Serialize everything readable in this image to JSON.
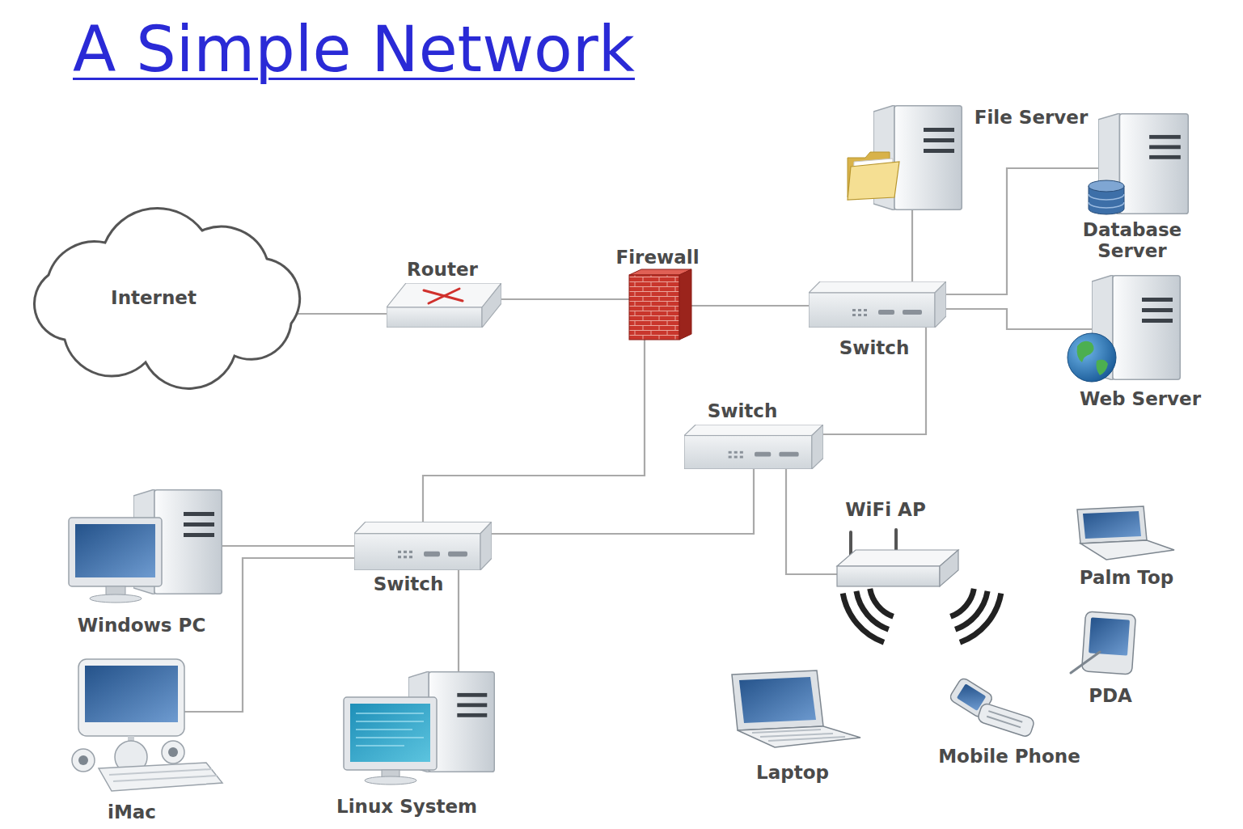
{
  "diagram": {
    "title": "A Simple Network",
    "nodes": [
      {
        "text": [
          "Internet"
        ]
      },
      {
        "text": [
          "Router"
        ]
      },
      {
        "text": [
          "Firewall"
        ]
      },
      {
        "text": [
          "Switch"
        ]
      },
      {
        "text": [
          "File Server"
        ]
      },
      {
        "text": [
          "Database Server"
        ]
      },
      {
        "text": [
          "Web Server"
        ]
      },
      {
        "text": [
          "Switch"
        ]
      },
      {
        "text": [
          "WiFi AP"
        ]
      },
      {
        "text": [
          "Windows PC"
        ]
      },
      {
        "text": [
          "Switch"
        ]
      },
      {
        "text": [
          "iMac"
        ]
      },
      {
        "text": [
          "Linux System"
        ]
      },
      {
        "text": [
          "Laptop"
        ]
      },
      {
        "text": [
          "Mobile Phone"
        ]
      },
      {
        "text": [
          "Palm Top"
        ]
      },
      {
        "text": [
          "PDA"
        ]
      }
    ],
    "edges": [
      {
        "from": 0,
        "to": 1,
        "arrow": "none"
      },
      {
        "from": 1,
        "to": 2,
        "arrow": "none"
      },
      {
        "from": 2,
        "to": 3,
        "arrow": "none"
      },
      {
        "from": 3,
        "to": 4,
        "arrow": "none"
      },
      {
        "from": 3,
        "to": 5,
        "arrow": "none"
      },
      {
        "from": 3,
        "to": 6,
        "arrow": "none"
      },
      {
        "from": 3,
        "to": 7,
        "arrow": "none"
      },
      {
        "from": 2,
        "to": 10,
        "arrow": "none"
      },
      {
        "from": 7,
        "to": 10,
        "arrow": "none"
      },
      {
        "from": 7,
        "to": 8,
        "arrow": "none"
      },
      {
        "from": 10,
        "to": 9,
        "arrow": "none"
      },
      {
        "from": 10,
        "to": 11,
        "arrow": "none"
      },
      {
        "from": 10,
        "to": 12,
        "arrow": "none"
      }
    ]
  }
}
